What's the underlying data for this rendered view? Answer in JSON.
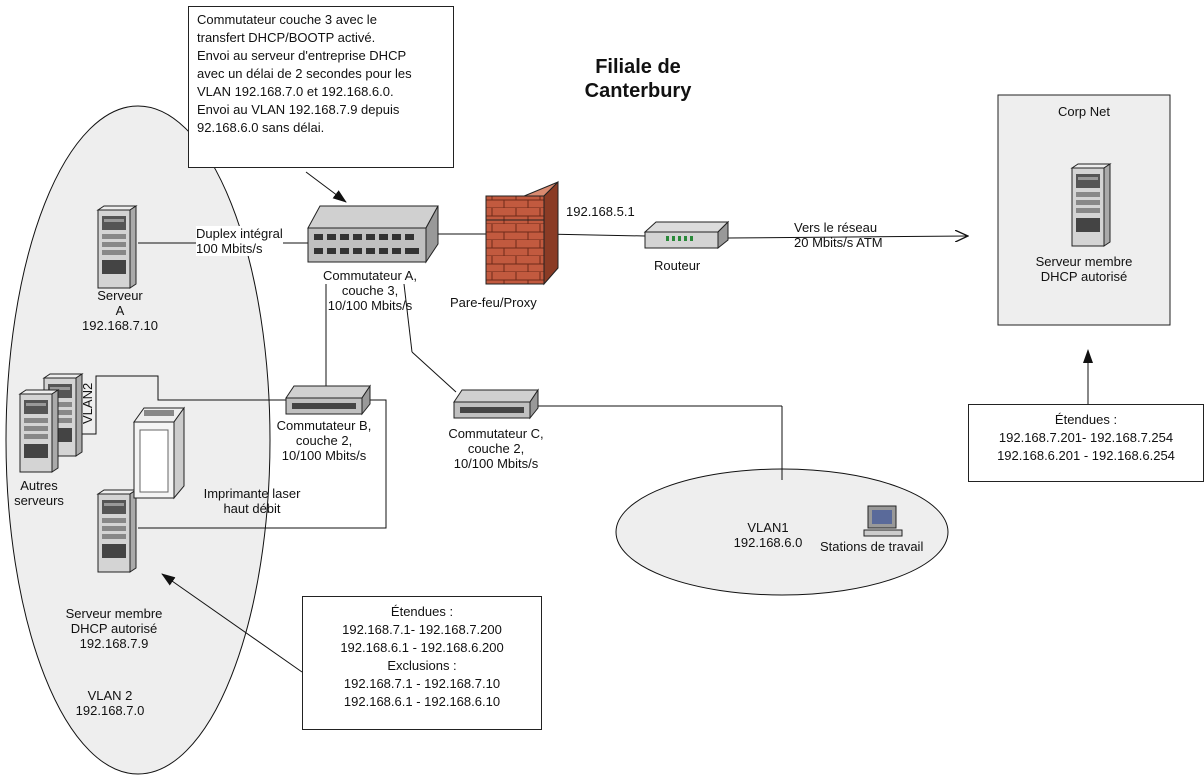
{
  "title": [
    "Filiale de",
    "Canterbury"
  ],
  "note_box": {
    "lines": [
      "Commutateur couche 3 avec le",
      "transfert DHCP/BOOTP activé.",
      "Envoi au serveur d'entreprise DHCP",
      "avec un délai de 2 secondes pour les",
      "VLAN 192.168.7.0 et 192.168.6.0.",
      "Envoi au VLAN 192.168.7.9 depuis",
      "92.168.6.0 sans délai."
    ]
  },
  "duplex_label": [
    "Duplex intégral",
    "100 Mbits/s"
  ],
  "server_a": [
    "Serveur",
    "A",
    "192.168.7.10"
  ],
  "switch_a": [
    "Commutateur A,",
    "couche 3,",
    "10/100 Mbits/s"
  ],
  "firewall_label": "Pare-feu/Proxy",
  "router_ip": "192.168.5.1",
  "router_label": "Routeur",
  "wan_label": [
    "Vers le réseau",
    "20 Mbits/s ATM"
  ],
  "corp_net": {
    "title": "Corp Net",
    "server_label": [
      "Serveur membre",
      "DHCP autorisé"
    ]
  },
  "corp_scope_box": [
    "Étendues :",
    "192.168.7.201- 192.168.7.254",
    "192.168.6.201 - 192.168.6.254"
  ],
  "vlan2_vertical": "VLAN2",
  "other_servers": [
    "Autres",
    "serveurs"
  ],
  "switch_b": [
    "Commutateur B,",
    "couche 2,",
    "10/100 Mbits/s"
  ],
  "switch_c": [
    "Commutateur C,",
    "couche 2,",
    "10/100 Mbits/s"
  ],
  "printer": [
    "Imprimante laser",
    "haut débit"
  ],
  "vlan1": [
    "VLAN1",
    "192.168.6.0"
  ],
  "workstations": "Stations de travail",
  "dhcp_server": [
    "Serveur membre",
    "DHCP autorisé",
    "192.168.7.9"
  ],
  "vlan2_label": [
    "VLAN 2",
    "192.168.7.0"
  ],
  "scope_box": [
    "Étendues :",
    "192.168.7.1- 192.168.7.200",
    "192.168.6.1 - 192.168.6.200",
    "Exclusions :",
    "192.168.7.1 - 192.168.7.10",
    "192.168.6.1 - 192.168.6.10"
  ],
  "colors": {
    "firewall": "#c25a3f",
    "ellipse": "#eeeeee",
    "corp_bg": "#eeeeee",
    "device": "#b8b8b8"
  }
}
